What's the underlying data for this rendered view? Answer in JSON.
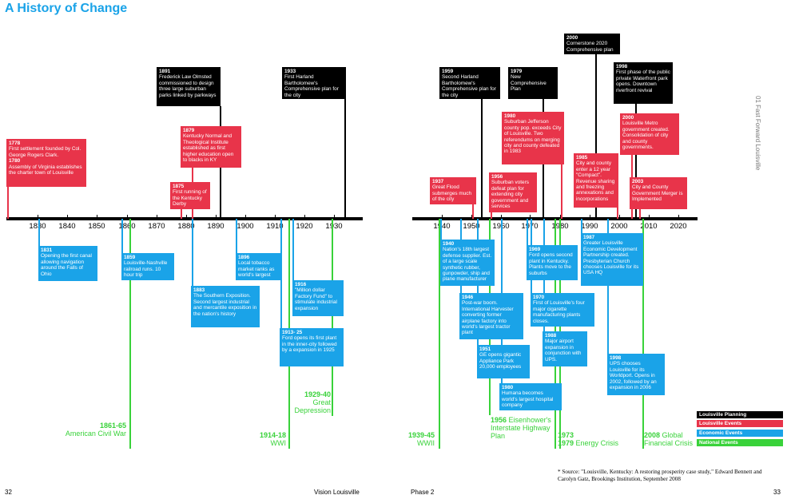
{
  "title": "A History of Change",
  "left_axis_years": [
    "1830",
    "1840",
    "1850",
    "1860",
    "1870",
    "1880",
    "1890",
    "1900",
    "1910",
    "1920",
    "1930"
  ],
  "right_axis_years": [
    "1940",
    "1950",
    "1960",
    "1970",
    "1980",
    "1990",
    "2000",
    "2010",
    "2020"
  ],
  "planning": [
    {
      "year": "1891",
      "text": "Frederick Law Olmsted commissioned to design three large suburban parks linked by parkways"
    },
    {
      "year": "1933",
      "text": "First Harland Bartholomew's Comprehensive plan for the city"
    },
    {
      "year": "1959",
      "text": "Second Harland Bartholomew's Comprehensive plan for the city"
    },
    {
      "year": "1979",
      "text": "New Comprehensive Plan"
    },
    {
      "year": "2000",
      "text": "Cornerstone 2020 Comprehensive plan"
    },
    {
      "year": "1998",
      "text": "First phase of the public private Waterfront park opens. Downtown riverfront revival"
    }
  ],
  "louisville": [
    {
      "year": "1778",
      "text": "First settlement founded by Col. George Rogers Clark.",
      "year2": "1780",
      "text2": "Assembly of Virginia establishes the charter town of Louisville"
    },
    {
      "year": "1879",
      "text": "Kentucky Normal and Theological Institute established as first higher education open to blacks in KY"
    },
    {
      "year": "1875",
      "text": "First running of the Kentucky Derby"
    },
    {
      "year": "1937",
      "text": "Great Flood submerges much of the city"
    },
    {
      "year": "1956",
      "text": "Suburban voters defeat plan for extending city government and services"
    },
    {
      "year": "1980",
      "text": "Suburban Jefferson county pop. exceeds City of Louisville. Two referendums on merging city and county defeated in 1983"
    },
    {
      "year": "1985",
      "text": "City and county enter a 12 year \"Compact\". Revenue sharing and freezing annexations and incorporations"
    },
    {
      "year": "2000",
      "text": "Louisville Metro government created. Consolidation of city and county governments."
    },
    {
      "year": "2003",
      "text": "City and County Government Merger is Implemented"
    }
  ],
  "economic": [
    {
      "year": "1831",
      "text": "Opening the first canal allowing navigation around the Falls of Ohio"
    },
    {
      "year": "1859",
      "text": "Louisville-Nashville railroad runs. 10 hour trip"
    },
    {
      "year": "1883",
      "text": "The Southern Exposition. Second largest industrial and mercantile exposition in the nation's history"
    },
    {
      "year": "1896",
      "text": "Local tobacco market ranks as world's largest"
    },
    {
      "year": "1916",
      "text": "\"Million dollar Factory Fund\" to stimulate industrial expansion"
    },
    {
      "year": "1913- 25",
      "text": "Ford opens its first plant in the inner-city followed by a expansion in 1925"
    },
    {
      "year": "1940",
      "text": "Nation's 18th largest defense supplier. Est. of a large scale synthetic rubber, gunpowder, ship and plane manufacturer"
    },
    {
      "year": "1946",
      "text": "Post-war boom. International Harvester converting former airplane factory into world's largest tractor plant"
    },
    {
      "year": "1951",
      "text": "GE opens gigantic Appliance Park 20,000 employees"
    },
    {
      "year": "1980",
      "text": "Humana becomes world's largest hospital company"
    },
    {
      "year": "1969",
      "text": "Ford opens second plant in Kentucky. Plants move to the suburbs"
    },
    {
      "year": "1970",
      "text": "First of Louisville's four major cigarette manufacturing plants closes."
    },
    {
      "year": "1988",
      "text": "Major airport expansion in conjunction with UPS."
    },
    {
      "year": "1987",
      "text": "Greater Louisville Economic Development Partnership created. Presbyterian Church chooses Louisville for its USA HQ"
    },
    {
      "year": "1998",
      "text": "UPS chooses Louisville for its Worldport. Opens in 2002, followed by an expansion in 2006"
    }
  ],
  "national": [
    {
      "year": "1861-65",
      "text": "American Civil War"
    },
    {
      "year": "1914-18",
      "text": "WWI"
    },
    {
      "year": "1929-40",
      "text": "Great Depression"
    },
    {
      "year": "1939-45",
      "text": "WWII"
    },
    {
      "year": "1956",
      "text": "Eisenhower's Interstate Highway Plan"
    },
    {
      "year": "1973",
      "text": ""
    },
    {
      "year": "1979",
      "text": "Energy Crisis"
    },
    {
      "year": "2008",
      "text": "Global Financial Crisis"
    }
  ],
  "legend": [
    "Louisville Planning",
    "Louisville Events",
    "Economic Events",
    "National Events"
  ],
  "colors": {
    "planning": "#000000",
    "louisville": "#e8344a",
    "economic": "#1aa3e8",
    "national": "#39d23a",
    "title": "#1aa3e8"
  },
  "source": "* Source: \"Louisville, Kentucky: A restoring prosperity case study,\" Edward Bennett and Carolyn Gatz, Brookings Institution, September 2008",
  "footer": {
    "page_left": "32",
    "center_left": "Vision Louisville",
    "center_right": "Phase 2",
    "page_right": "33"
  },
  "side_label": "01  Fast Forward Louisville"
}
